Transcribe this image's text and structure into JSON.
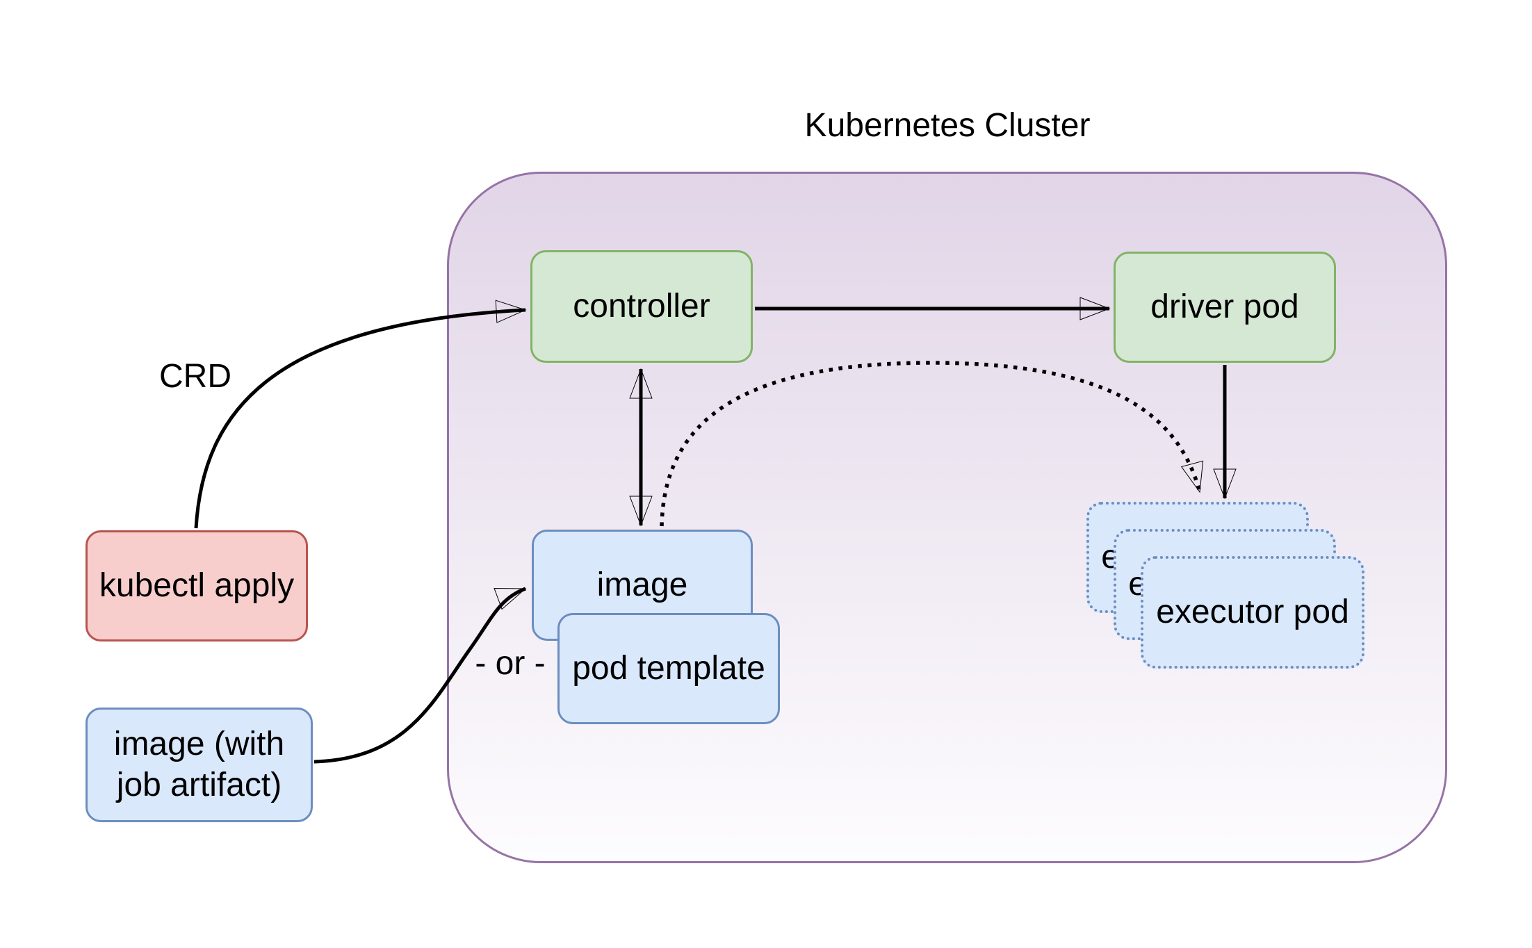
{
  "diagram": {
    "title": "Kubernetes Cluster",
    "nodes": {
      "kubectl_apply": "kubectl apply",
      "image_with_job_artifact": "image (with job artifact)",
      "controller": "controller",
      "driver_pod": "driver pod",
      "image": "image",
      "pod_template": "pod template",
      "executor_pod": "executor pod"
    },
    "edge_labels": {
      "crd": "CRD",
      "or": "- or -"
    },
    "colors": {
      "cluster_border": "#9673a6",
      "cluster_fill_top": "#e1d5e7",
      "green_fill": "#d5e8d4",
      "green_border": "#82b366",
      "blue_fill": "#dae8fc",
      "blue_border": "#6c8ebf",
      "red_fill": "#f8cecc",
      "red_border": "#b85450",
      "arrow": "#000000"
    }
  }
}
